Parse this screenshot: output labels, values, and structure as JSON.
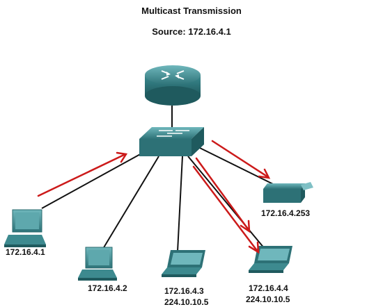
{
  "diagram": {
    "title": "Multicast Transmission",
    "subtitle": "Source: 172.16.4.1",
    "devices": [
      {
        "kind": "router-icon",
        "label": ""
      },
      {
        "kind": "switch-icon",
        "label": ""
      },
      {
        "kind": "desktop-icon",
        "label": "172.16.4.1"
      },
      {
        "kind": "desktop-icon",
        "label": "172.16.4.2"
      },
      {
        "kind": "laptop-icon",
        "label": "172.16.4.3",
        "label2": "224.10.10.5"
      },
      {
        "kind": "laptop-icon",
        "label": "172.16.4.4",
        "label2": "224.10.10.5"
      },
      {
        "kind": "printer-icon",
        "label": "172.16.4.253"
      }
    ],
    "arrow_color": "#cc1a1a",
    "device_color": "#3d8a8f"
  }
}
